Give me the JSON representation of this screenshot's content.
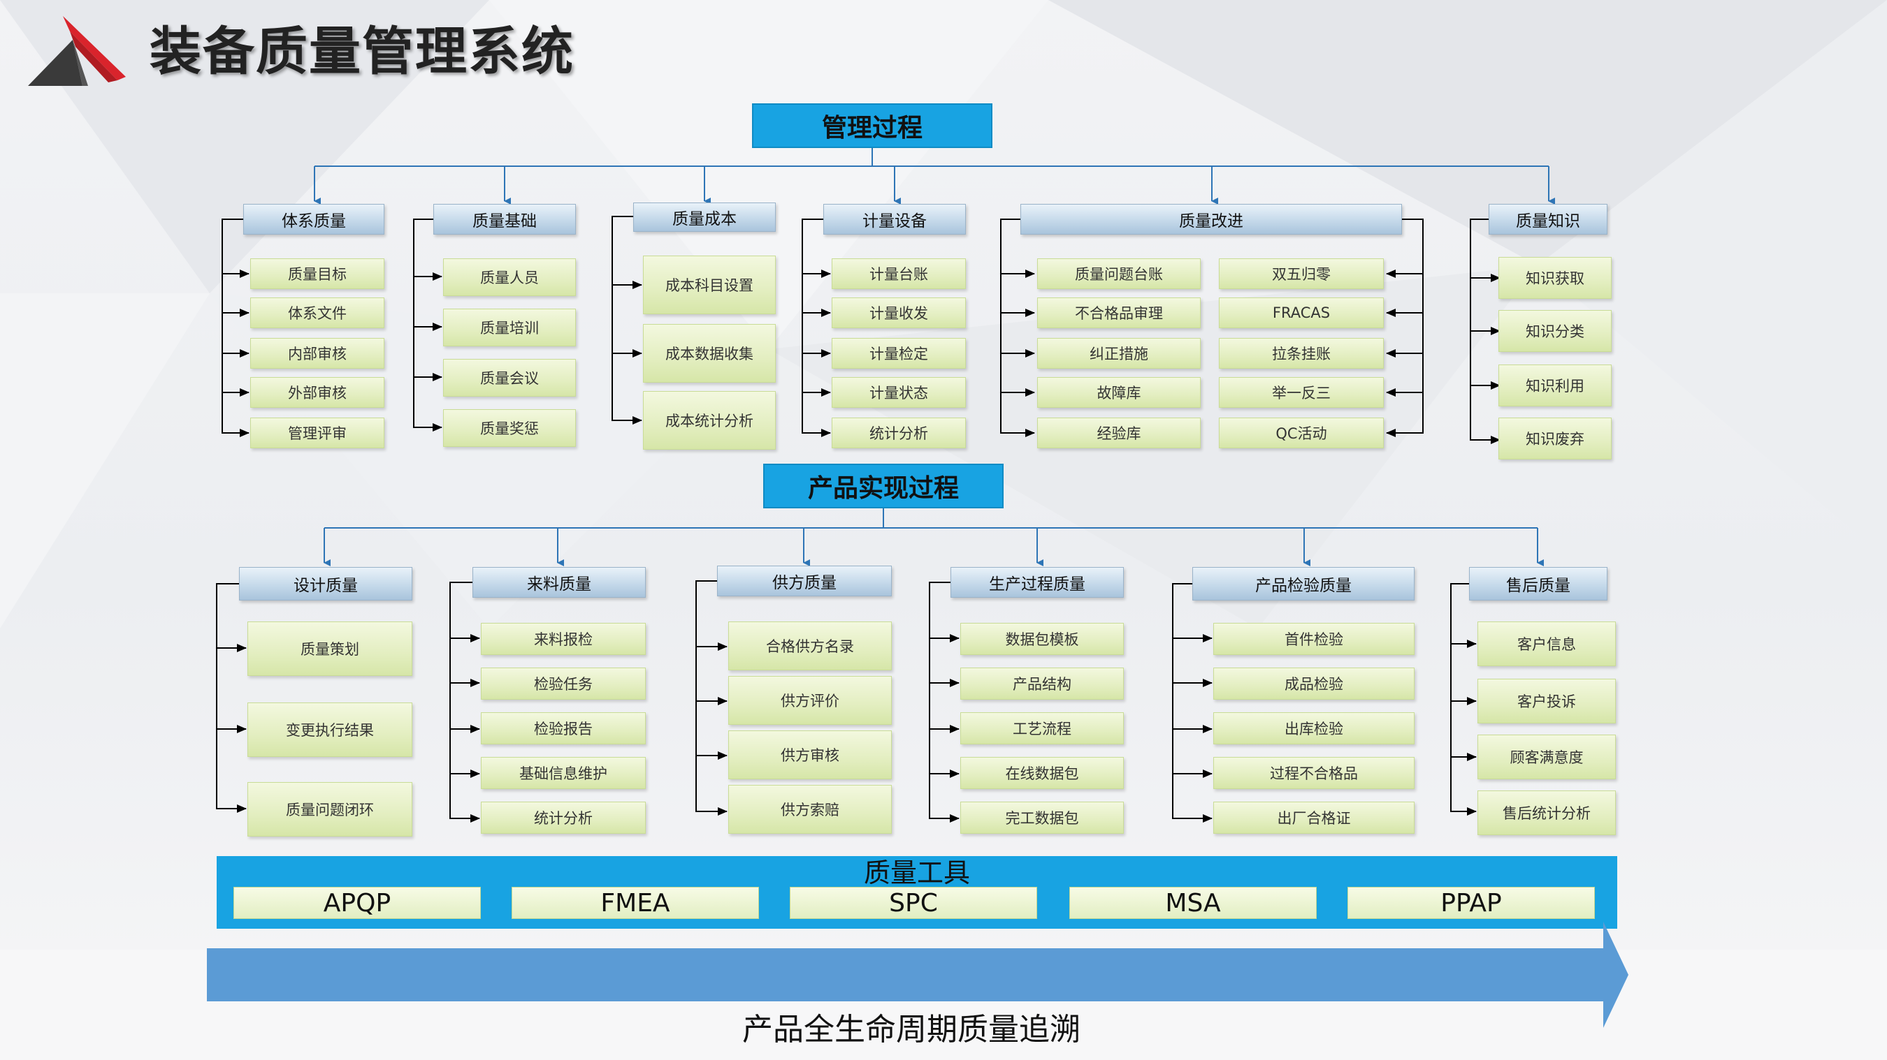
{
  "page": {
    "title": "装备质量管理系统",
    "logo": "brand-logo-triangle"
  },
  "management": {
    "header": "管理过程",
    "columns": [
      {
        "label": "体系质量",
        "items": [
          "质量目标",
          "体系文件",
          "内部审核",
          "外部审核",
          "管理评审"
        ]
      },
      {
        "label": "质量基础",
        "items": [
          "质量人员",
          "质量培训",
          "质量会议",
          "质量奖惩"
        ]
      },
      {
        "label": "质量成本",
        "items": [
          "成本科目设置",
          "成本数据收集",
          "成本统计分析"
        ]
      },
      {
        "label": "计量设备",
        "items": [
          "计量台账",
          "计量收发",
          "计量检定",
          "计量状态",
          "统计分析"
        ]
      },
      {
        "label": "质量改进",
        "items_left": [
          "质量问题台账",
          "不合格品审理",
          "纠正措施",
          "故障库",
          "经验库"
        ],
        "items_right": [
          "双五归零",
          "FRACAS",
          "拉条挂账",
          "举一反三",
          "QC活动"
        ]
      },
      {
        "label": "质量知识",
        "items": [
          "知识获取",
          "知识分类",
          "知识利用",
          "知识废弃"
        ]
      }
    ]
  },
  "product": {
    "header": "产品实现过程",
    "columns": [
      {
        "label": "设计质量",
        "items": [
          "质量策划",
          "变更执行结果",
          "质量问题闭环"
        ]
      },
      {
        "label": "来料质量",
        "items": [
          "来料报检",
          "检验任务",
          "检验报告",
          "基础信息维护",
          "统计分析"
        ]
      },
      {
        "label": "供方质量",
        "items": [
          "合格供方名录",
          "供方评价",
          "供方审核",
          "供方索赔"
        ]
      },
      {
        "label": "生产过程质量",
        "items": [
          "数据包模板",
          "产品结构",
          "工艺流程",
          "在线数据包",
          "完工数据包"
        ]
      },
      {
        "label": "产品检验质量",
        "items": [
          "首件检验",
          "成品检验",
          "出库检验",
          "过程不合格品",
          "出厂合格证"
        ]
      },
      {
        "label": "售后质量",
        "items": [
          "客户信息",
          "客户投诉",
          "顾客满意度",
          "售后统计分析"
        ]
      }
    ]
  },
  "tools": {
    "title": "质量工具",
    "items": [
      "APQP",
      "FMEA",
      "SPC",
      "MSA",
      "PPAP"
    ]
  },
  "trace": {
    "label": "产品全生命周期质量追溯"
  },
  "colors": {
    "header_blue": "#18a3e2",
    "arrow_blue": "#5b9bd5",
    "connector_blue": "#2e75b6",
    "item_green": "#e3eec0",
    "category_blue": "#c5d9ea"
  }
}
